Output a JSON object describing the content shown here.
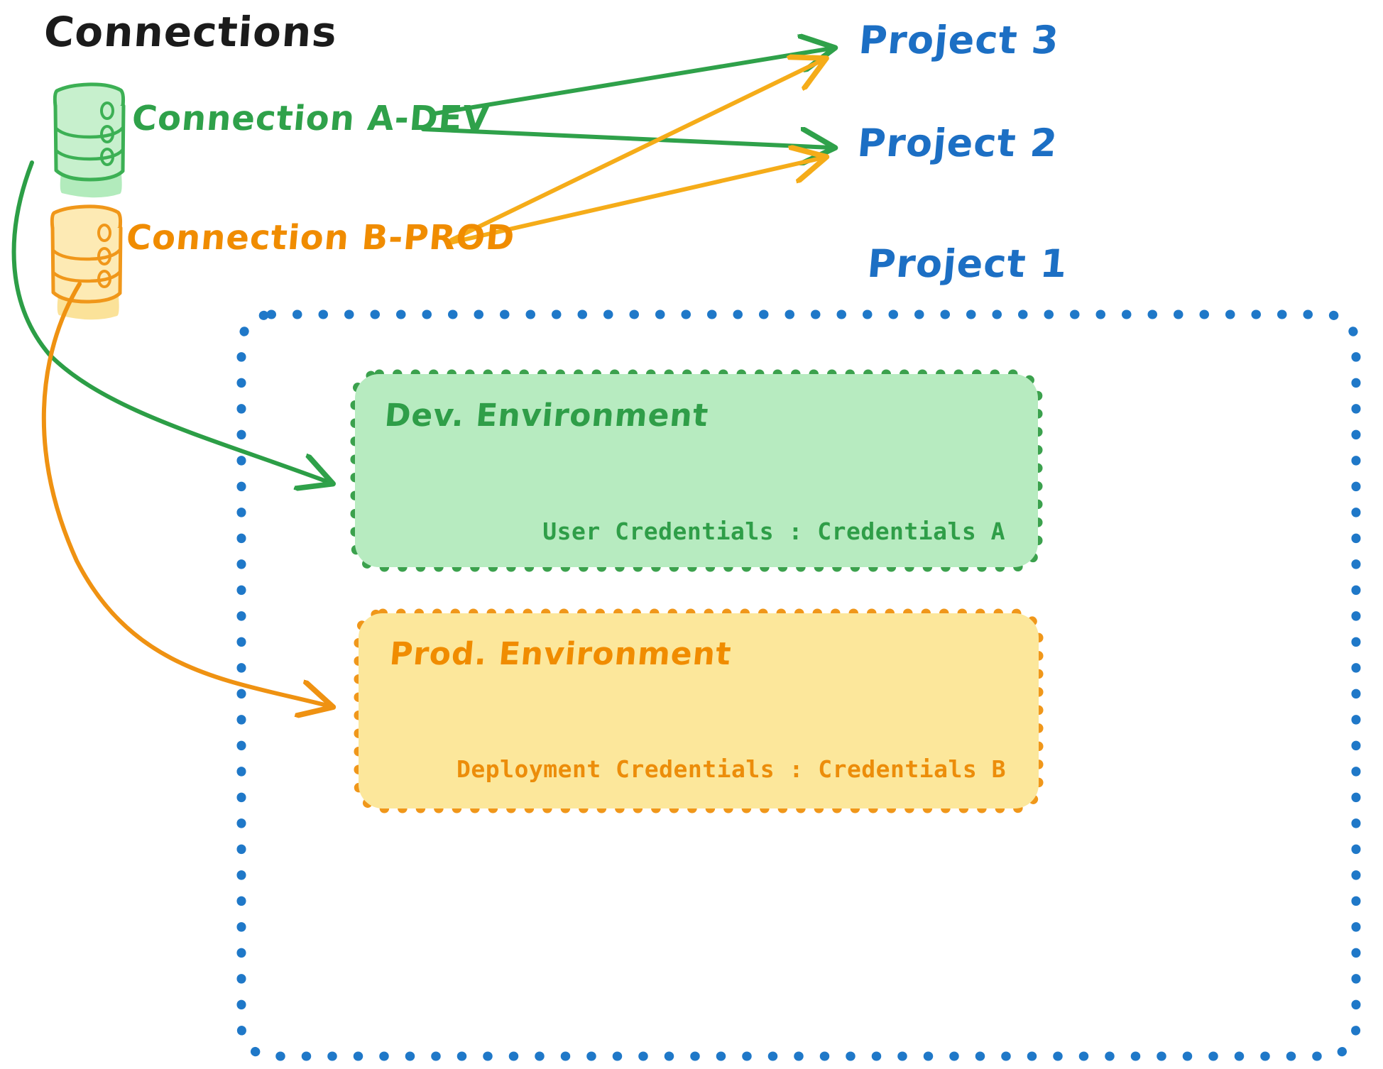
{
  "diagram": {
    "title": "Connections",
    "background_color": "#ffffff",
    "connections": [
      {
        "id": "connection-a",
        "label": "Connection A-DEV",
        "color": "#2fa14a",
        "icon": "database-cylinder-icon",
        "fill": "#b7ebc0"
      },
      {
        "id": "connection-b",
        "label": "Connection B-PROD",
        "color": "#f08c00",
        "icon": "database-cylinder-icon",
        "fill": "#fce79b"
      }
    ],
    "projects": [
      {
        "id": "project-3",
        "label": "Project 3",
        "color": "#1c6fc4"
      },
      {
        "id": "project-2",
        "label": "Project 2",
        "color": "#1c6fc4"
      },
      {
        "id": "project-1",
        "label": "Project 1",
        "color": "#1c6fc4"
      }
    ],
    "project_one_container": {
      "border_color": "#1f78c8",
      "border_style": "dotted"
    },
    "environments": [
      {
        "id": "dev-environment",
        "title": "Dev. Environment",
        "credentials_label": "User Credentials",
        "credentials_separator": ":",
        "credentials_value": "Credentials A",
        "credentials_line": "User Credentials : Credentials A",
        "fill": "#b7ebc0",
        "border_color": "#3ba14d",
        "text_color": "#2f9e48"
      },
      {
        "id": "prod-environment",
        "title": "Prod. Environment",
        "credentials_label": "Deployment Credentials",
        "credentials_separator": ":",
        "credentials_value": "Credentials B",
        "credentials_line": "Deployment Credentials : Credentials B",
        "fill": "#fce79b",
        "border_color": "#f0971a",
        "text_color": "#ec8d0a"
      }
    ],
    "edges": [
      {
        "id": "edge-a-to-project3",
        "from": "connection-a",
        "to": "project-3",
        "color": "#2fa14a"
      },
      {
        "id": "edge-a-to-project2",
        "from": "connection-a",
        "to": "project-2",
        "color": "#2fa14a"
      },
      {
        "id": "edge-a-to-dev-env",
        "from": "connection-a",
        "to": "dev-environment",
        "color": "#2fa14a"
      },
      {
        "id": "edge-b-to-project3",
        "from": "connection-b",
        "to": "project-3",
        "color": "#f5ac19"
      },
      {
        "id": "edge-b-to-project2",
        "from": "connection-b",
        "to": "project-2",
        "color": "#f5ac19"
      },
      {
        "id": "edge-b-to-prod-env",
        "from": "connection-b",
        "to": "prod-environment",
        "color": "#ef9212"
      }
    ]
  }
}
